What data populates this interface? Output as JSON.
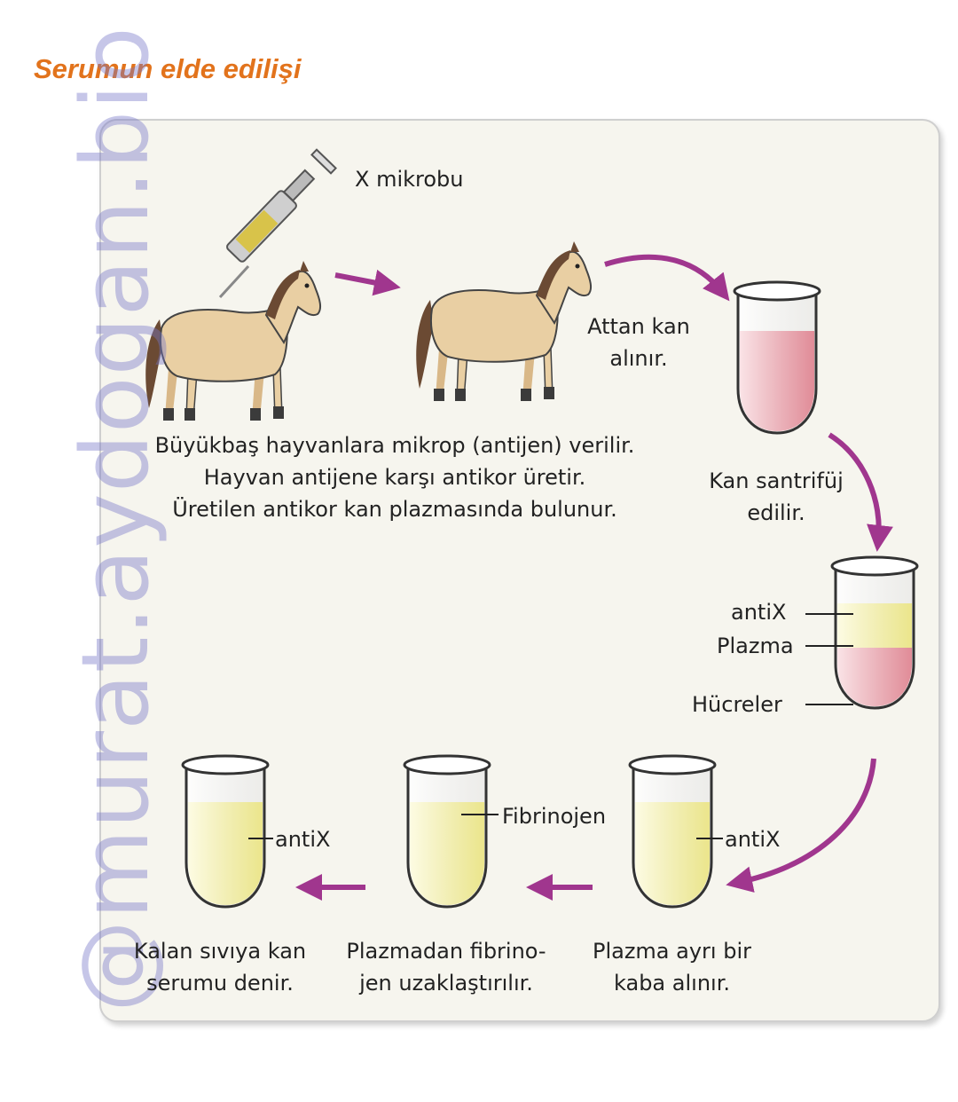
{
  "title": "Serumun elde edilişi",
  "watermark": "@murat.aydogan.bio",
  "labels": {
    "x_mikrobu": "X mikrobu",
    "step1_line1": "Büyükbaş hayvanlara mikrop  (antijen) verilir.",
    "step1_line2": "Hayvan antijene karşı antikor üretir.",
    "step1_line3": "Üretilen antikor kan plazmasında bulunur.",
    "blood_line1": "Attan kan",
    "blood_line2": "alınır.",
    "centrifuge_line1": "Kan santrifüj",
    "centrifuge_line2": "edilir.",
    "antix_top": "antiX",
    "plazma": "Plazma",
    "hucreler": "Hücreler",
    "antix_right": "antiX",
    "fibrinojen": "Fibrinojen",
    "antix_left": "antiX",
    "plasma_line1": "Plazma ayrı bir",
    "plasma_line2": "kaba alınır.",
    "fibrino_line1": "Plazmadan fibrino-",
    "fibrino_line2": "jen uzaklaştırılır.",
    "serum_line1": "Kalan sıvıya kan",
    "serum_line2": "serumu denir."
  },
  "colors": {
    "title": "#e2731c",
    "arrow": "#a0368e",
    "blood": "#d8001e",
    "plasma": "#f2e400",
    "horse_body": "#e9cfa3",
    "horse_mane": "#6b4a33",
    "panel_bg": "#f6f5ee"
  }
}
